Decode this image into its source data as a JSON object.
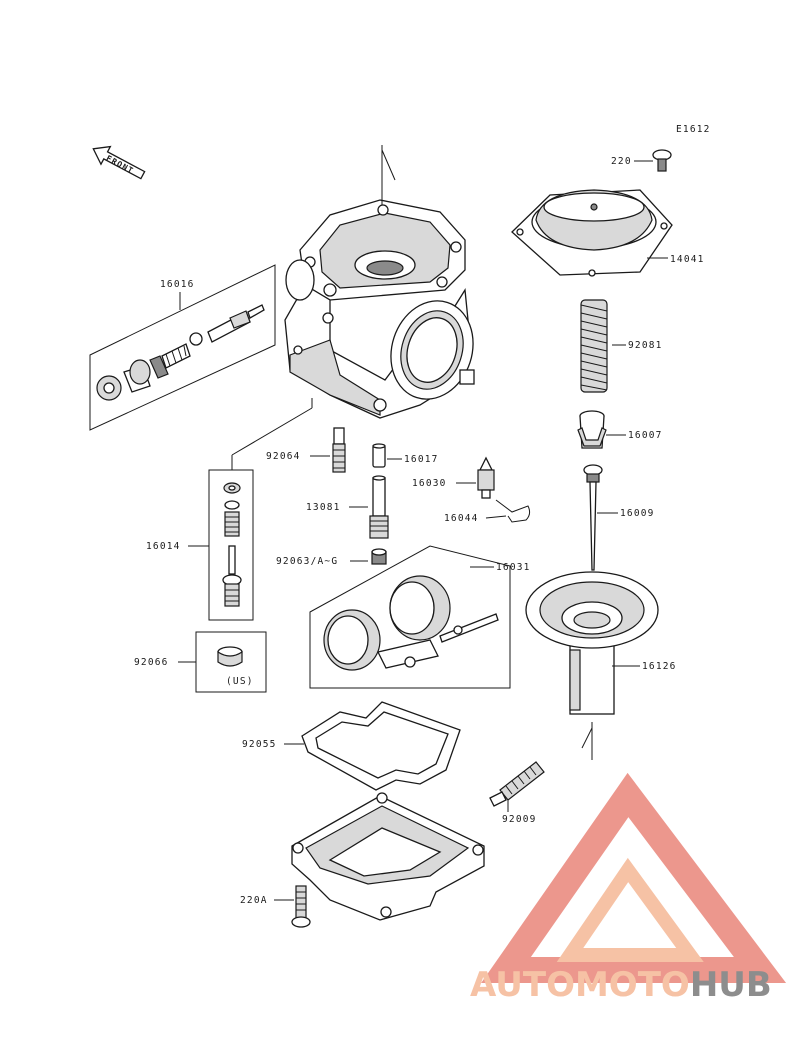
{
  "diagram_code": "E1612",
  "front_label": "FRONT",
  "watermark": {
    "part1": "AUTOMOTO",
    "part2": "HUB",
    "color1": "#f5b896",
    "color2": "#e9857a",
    "color3": "#7a7a7a"
  },
  "parts": {
    "p220": "220",
    "p14041": "14041",
    "p92081": "92081",
    "p16007": "16007",
    "p16009": "16009",
    "p16126": "16126",
    "p16016": "16016",
    "p92064": "92064",
    "p16017": "16017",
    "p16030": "16030",
    "p16044": "16044",
    "p13081": "13081",
    "p16014": "16014",
    "p92063": "92063/A~G",
    "p16031": "16031",
    "p92066": "92066",
    "us_note": "(US)",
    "p92055": "92055",
    "p92009": "92009",
    "p220A": "220A"
  }
}
